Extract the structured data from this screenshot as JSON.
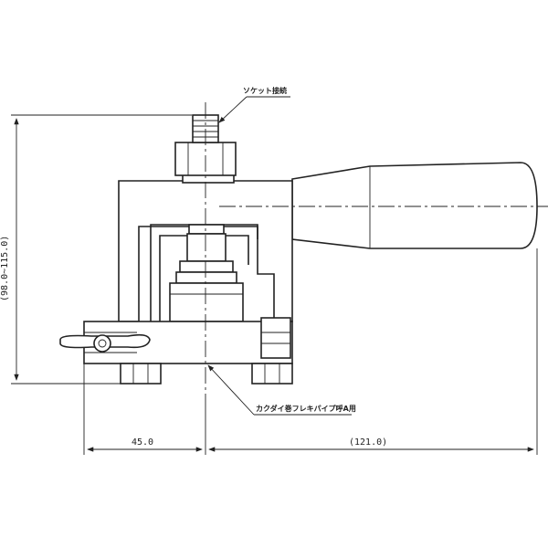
{
  "labels": {
    "socket_connection": "ソケット接続",
    "pipe_note": "カクダイ巻フレキパイプ呼A用"
  },
  "dimensions": {
    "height_range": "(98.0~115.0)",
    "left_width": "45.0",
    "right_width": "(121.0)"
  }
}
